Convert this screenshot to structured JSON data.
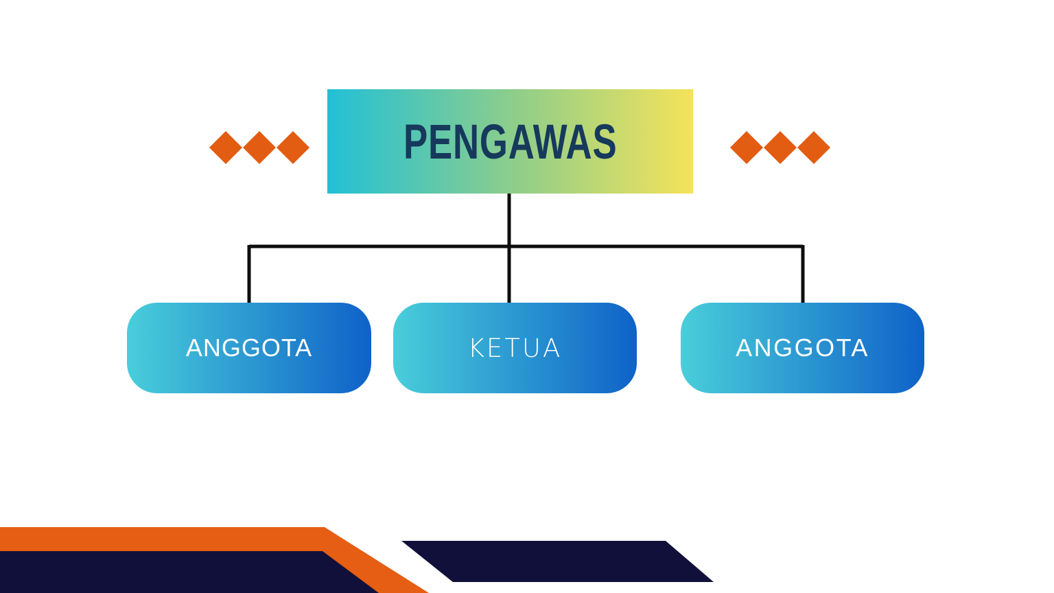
{
  "slide": {
    "type": "organizational-chart",
    "background": "#FFFFFF"
  },
  "org_chart": {
    "root": {
      "label": "PENGAWAS"
    },
    "children": [
      {
        "label": "ANGGOTA"
      },
      {
        "label": "KETUA"
      },
      {
        "label": "ANGGOTA"
      }
    ]
  },
  "decorations": {
    "diamond_groups": [
      {
        "side": "left",
        "count": 3
      },
      {
        "side": "right",
        "count": 3
      }
    ],
    "bottom_ribbons": [
      "orange-stripe",
      "navy-band-left",
      "navy-parallelogram-right"
    ]
  },
  "palette": {
    "root_gradient_start": "#22C0D6",
    "root_gradient_mid": "#90CE89",
    "root_gradient_end": "#F5E35A",
    "root_text": "#16395C",
    "node_gradient_start": "#49CEDA",
    "node_gradient_end": "#0F62C8",
    "node_text": "#FFFFFF",
    "diamond_orange": "#E25C12",
    "ribbon_orange": "#E55E13",
    "ribbon_navy": "#11103A",
    "connector_black": "#0D0D0D",
    "background": "#FFFFFF"
  }
}
